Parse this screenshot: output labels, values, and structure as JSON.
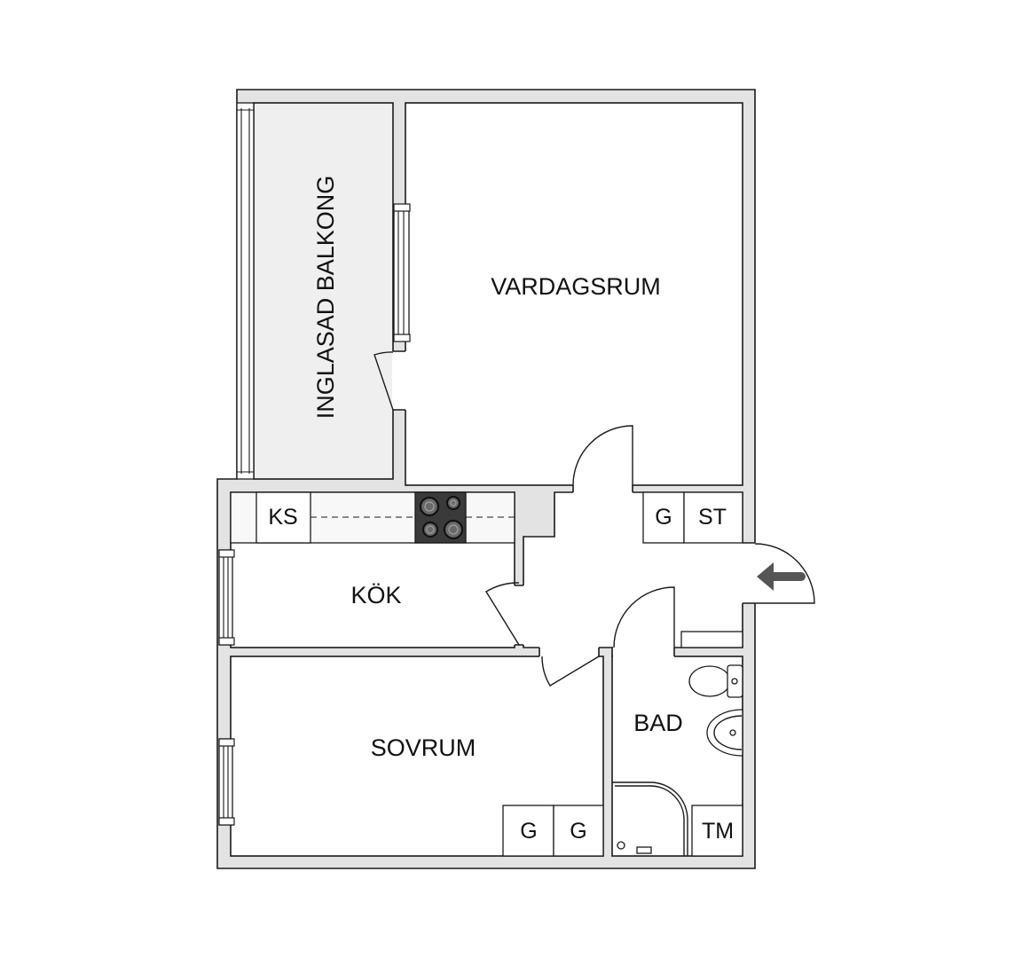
{
  "rooms": {
    "balcony": "INGLASAD BALKONG",
    "living_room": "VARDAGSRUM",
    "kitchen": "KÖK",
    "bedroom": "SOVRUM",
    "bathroom": "BAD"
  },
  "fixtures": {
    "kitchen_cabinet": "KS",
    "hall_wardrobe": "G",
    "hall_storage": "ST",
    "bedroom_wardrobe_1": "G",
    "bedroom_wardrobe_2": "G",
    "washer": "TM"
  },
  "icons": [
    "entrance-arrow-icon",
    "stove-icon",
    "toilet-icon",
    "sink-icon",
    "shower-icon"
  ],
  "colors": {
    "wall": "#e3e3e3",
    "line": "#1a1a1a",
    "balcony_floor": "#efefef",
    "stove": "#3a3a3a",
    "entrance_arrow": "#555555"
  }
}
